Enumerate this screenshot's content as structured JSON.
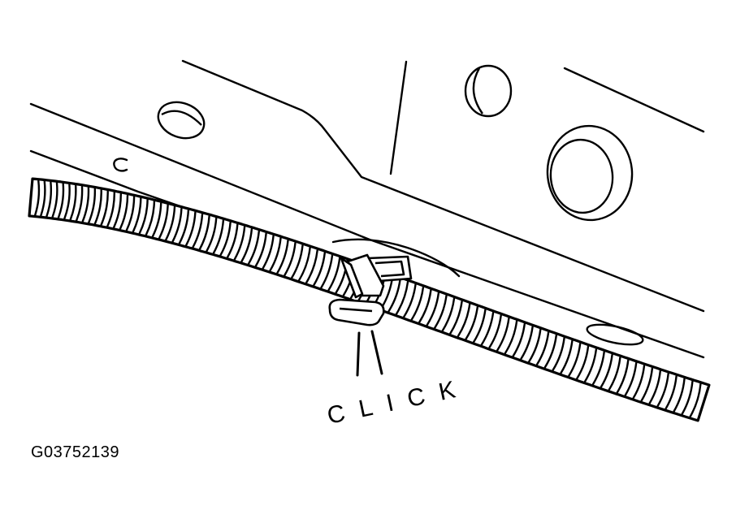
{
  "figure": {
    "callout": "CLICK",
    "figure_code": "G03752139"
  },
  "colors": {
    "ink": "#000000",
    "paper": "#ffffff"
  },
  "parts": {
    "conduit": "corrugated-wiring-harness-conduit",
    "clip": "harness-retaining-clip",
    "panel": "body-panel-with-holes"
  }
}
